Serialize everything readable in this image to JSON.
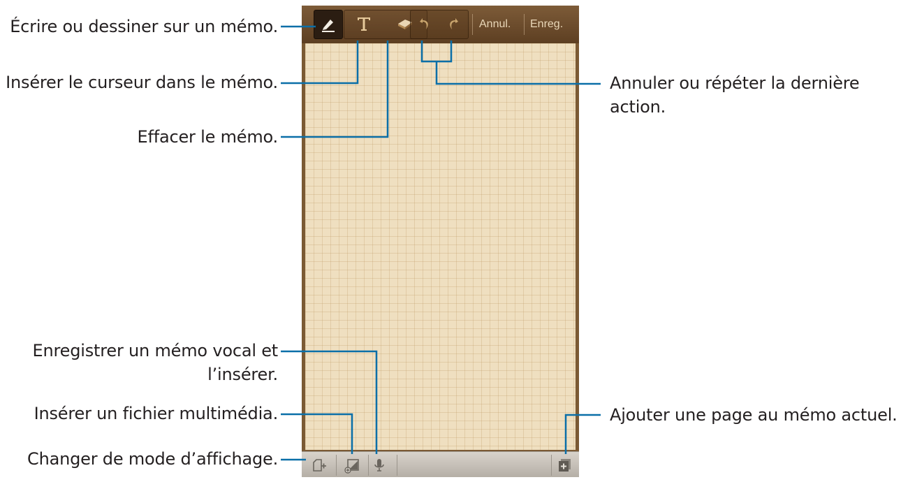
{
  "toolbar": {
    "cancel_label": "Annul.",
    "save_label": "Enreg.",
    "icons": [
      "pen-icon",
      "text-icon",
      "eraser-icon",
      "undo-icon",
      "redo-icon"
    ]
  },
  "bottombar": {
    "icons": [
      "view-mode-icon",
      "insert-media-icon",
      "microphone-icon",
      "add-page-icon"
    ]
  },
  "callouts": {
    "write": "Écrire ou dessiner sur un mémo.",
    "cursor": "Insérer le curseur dans le mémo.",
    "erase": "Effacer le mémo.",
    "undo_redo_line1": "Annuler ou répéter la dernière",
    "undo_redo_line2": "action.",
    "voice_line1": "Enregistrer un mémo vocal et",
    "voice_line2": "l’insérer.",
    "media": "Insérer un fichier multimédia.",
    "view_mode": "Changer de mode d’affichage.",
    "add_page": "Ajouter une page au mémo actuel."
  },
  "colors": {
    "toolbar": "#6e4e2c",
    "paper": "#efdfc0",
    "callout_line": "#0a6fa8",
    "text": "#231f20"
  }
}
